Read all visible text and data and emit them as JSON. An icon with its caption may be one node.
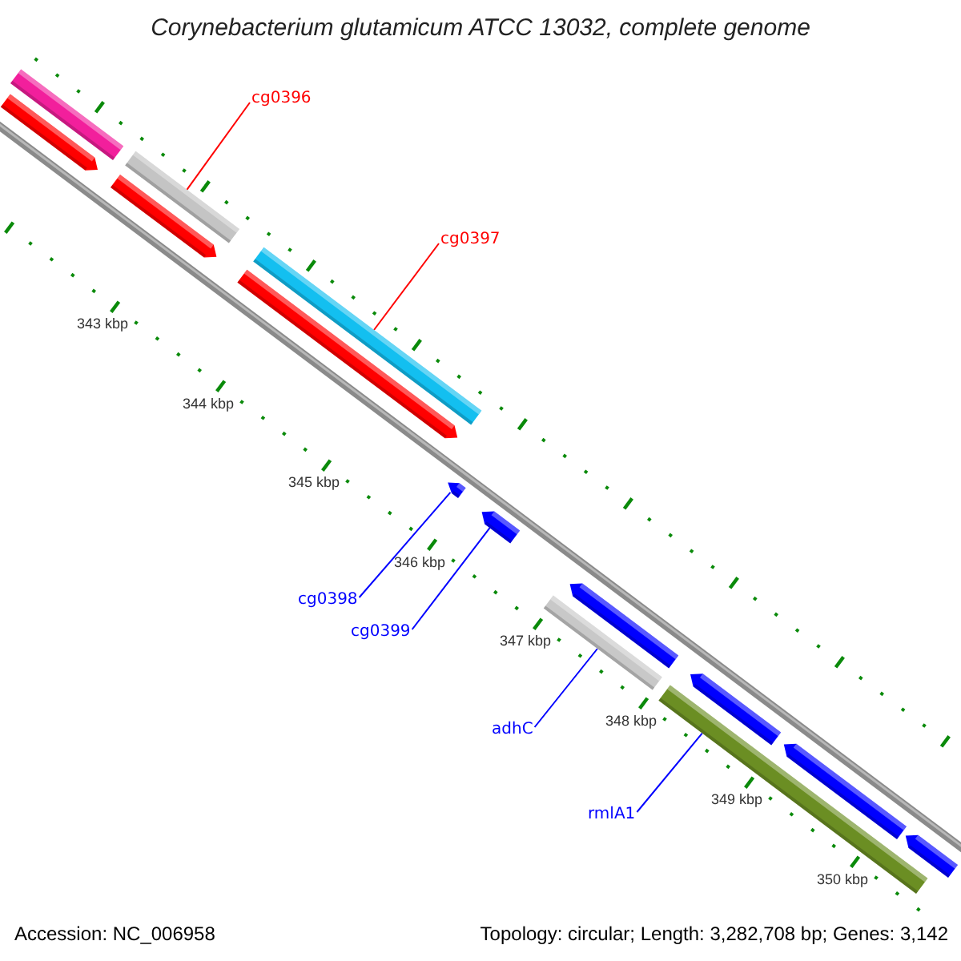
{
  "diagram": {
    "title": "Corynebacterium glutamicum ATCC 13032, complete genome",
    "nodes": [
      {
        "text": [
          "cg0396"
        ]
      },
      {
        "text": [
          "cg0397"
        ]
      },
      {
        "text": [
          "cg0398"
        ]
      },
      {
        "text": [
          "cg0399"
        ]
      },
      {
        "text": [
          "adhC"
        ]
      },
      {
        "text": [
          "rmlA1"
        ]
      },
      {
        "text": [],
        "shape": "bar"
      },
      {
        "text": [],
        "shape": "arrow"
      },
      {
        "text": [],
        "shape": "bar"
      },
      {
        "text": [],
        "shape": "arrow"
      },
      {
        "text": [],
        "shape": "bar"
      },
      {
        "text": [],
        "shape": "arrow"
      },
      {
        "text": [],
        "shape": "arrow"
      },
      {
        "text": [],
        "shape": "arrow"
      },
      {
        "text": [],
        "shape": "bar"
      },
      {
        "text": [],
        "shape": "arrow"
      },
      {
        "text": [],
        "shape": "arrow"
      },
      {
        "text": [],
        "shape": "bar"
      },
      {
        "text": [],
        "shape": "arrow"
      },
      {
        "text": [],
        "shape": "arrow"
      }
    ],
    "edges": [
      {
        "from": 0,
        "to": 8,
        "arrow": "none",
        "color": "#ff0000"
      },
      {
        "from": 1,
        "to": 10,
        "arrow": "none",
        "color": "#ff0000"
      },
      {
        "from": 2,
        "to": 12,
        "arrow": "none"
      },
      {
        "from": 3,
        "to": 13,
        "arrow": "none"
      },
      {
        "from": 4,
        "to": 14,
        "arrow": "none"
      },
      {
        "from": 5,
        "to": 17,
        "arrow": "none"
      }
    ],
    "labels": [
      "343 kbp",
      "344 kbp",
      "345 kbp",
      "346 kbp",
      "347 kbp",
      "348 kbp",
      "349 kbp",
      "350 kbp",
      "Accession: NC_006958",
      "Topology: circular; Length: 3,282,708 bp; Genes: 3,142"
    ]
  }
}
